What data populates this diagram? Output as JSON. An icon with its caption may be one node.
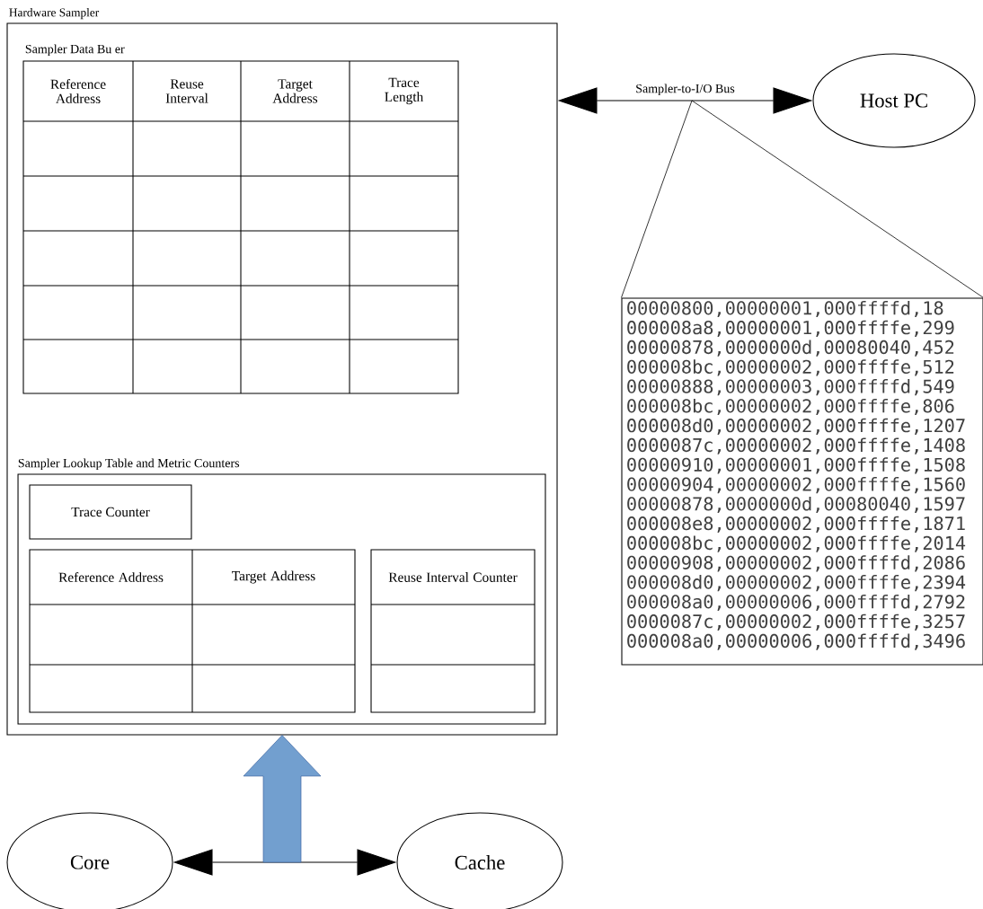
{
  "diagram": {
    "nodes": [
      {
        "text": [
          "Hardware Sampler"
        ]
      },
      {
        "text": [
          "Sampler Data Bu er",
          "Reference Address",
          "Reuse Interval",
          "Target Address",
          "Trace Length"
        ],
        "in": 0
      },
      {
        "text": [
          "Sampler Lookup Table and Metric Counters"
        ],
        "in": 0
      },
      {
        "text": [
          "Trace Counter"
        ],
        "in": 2
      },
      {
        "text": [
          "Reference Address",
          "Target Address"
        ],
        "in": 2
      },
      {
        "text": [
          "Reuse Interval Counter"
        ],
        "in": 2
      },
      {
        "text": [
          "Host PC"
        ]
      },
      {
        "text": [
          "00000800,00000001,000ffffd,18",
          "000008a8,00000001,000ffffe,299",
          "00000878,0000000d,00080040,452",
          "000008bc,00000002,000ffffe,512",
          "00000888,00000003,000ffffd,549",
          "000008bc,00000002,000ffffe,806",
          "000008d0,00000002,000ffffe,1207",
          "0000087c,00000002,000ffffe,1408",
          "00000910,00000001,000ffffe,1508",
          "00000904,00000002,000ffffe,1560",
          "00000878,0000000d,00080040,1597",
          "000008e8,00000002,000ffffe,1871",
          "000008bc,00000002,000ffffe,2014",
          "00000908,00000002,000ffffd,2086",
          "000008d0,00000002,000ffffe,2394",
          "000008a0,00000006,000ffffd,2792",
          "0000087c,00000002,000ffffe,3257",
          "000008a0,00000006,000ffffd,3496"
        ]
      },
      {
        "text": [
          "Core"
        ]
      },
      {
        "text": [
          "Cache"
        ]
      }
    ],
    "edges": [
      {
        "from": 0,
        "to": 6,
        "arrow": "both",
        "label": "Sampler-to-I/O Bus"
      },
      {
        "from": 8,
        "to": 9,
        "arrow": "both"
      },
      {
        "from": null,
        "to": 0,
        "arrow": "to",
        "style": "thick",
        "color": "#729fcf"
      },
      {
        "from": null,
        "to": 7,
        "arrow": "none"
      },
      {
        "from": null,
        "to": 7,
        "arrow": "none"
      }
    ]
  }
}
